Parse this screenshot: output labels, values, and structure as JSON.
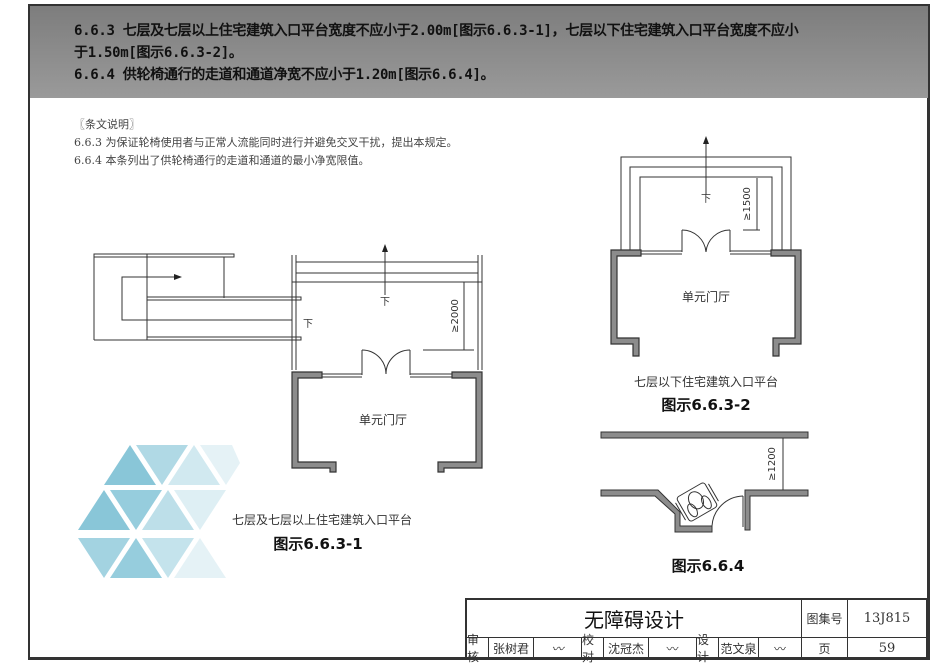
{
  "header": {
    "line1": "6.6.3 七层及七层以上住宅建筑入口平台宽度不应小于2.00m[图示6.6.3-1]，七层以下住宅建筑入口平台宽度不应小",
    "line2": "于1.50m[图示6.6.3-2]。",
    "line3": "6.6.4 供轮椅通行的走道和通道净宽不应小于1.20m[图示6.6.4]。"
  },
  "explanation": {
    "title": "〖条文说明〗",
    "items": [
      "6.6.3 为保证轮椅使用者与正常人流能同时进行并避免交叉干扰，提出本规定。",
      "6.6.4 本条列出了供轮椅通行的走道和通道的最小净宽限值。"
    ]
  },
  "figure1": {
    "down_label": "下",
    "stair_down_label": "下",
    "dimension": "≥2000",
    "room": "单元门厅",
    "caption": "七层及七层以上住宅建筑入口平台",
    "title": "图示6.6.3-1"
  },
  "figure2": {
    "down_label": "下",
    "dimension": "≥1500",
    "room": "单元门厅",
    "caption": "七层以下住宅建筑入口平台",
    "title": "图示6.6.3-2"
  },
  "figure3": {
    "dimension": "≥1200",
    "title": "图示6.6.4"
  },
  "title_block": {
    "title": "无障碍设计",
    "atlas_label": "图集号",
    "atlas_no": "13J815",
    "review_label": "审核",
    "reviewer": "张树君",
    "check_label": "校对",
    "checker": "沈冠杰",
    "design_label": "设计",
    "designer": "范文泉",
    "page_label": "页",
    "page_no": "59"
  },
  "colors": {
    "band": "#8a8a8a",
    "wall": "#8c8c8c",
    "triangle": "#7cc0d4"
  }
}
